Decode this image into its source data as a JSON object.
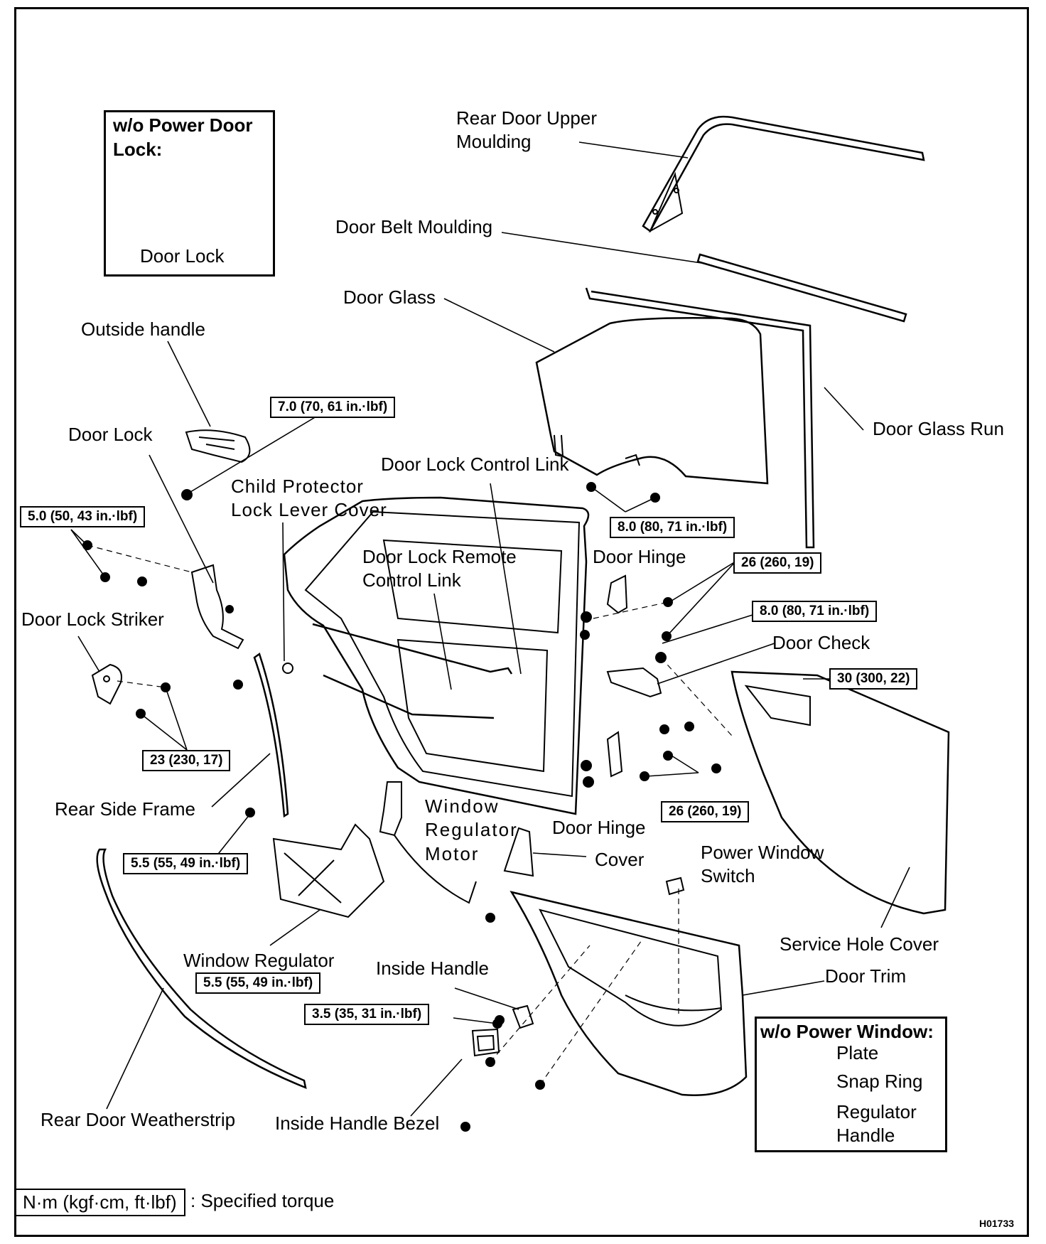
{
  "figure_code": "H01733",
  "legend": {
    "unit_box": "N·m (kgf·cm, ft·lbf)",
    "text": ": Specified torque"
  },
  "insets": {
    "power_door_lock": {
      "title": "w/o Power Door Lock:",
      "part": "Door Lock"
    },
    "power_window": {
      "title": "w/o Power Window:",
      "parts": [
        "Plate",
        "Snap Ring",
        "Regulator Handle"
      ]
    }
  },
  "labels": {
    "rear_door_upper_moulding": "Rear Door Upper Moulding",
    "door_belt_moulding": "Door Belt Moulding",
    "door_glass": "Door Glass",
    "outside_handle": "Outside handle",
    "door_glass_run": "Door Glass Run",
    "door_lock": "Door Lock",
    "door_lock_control_link": "Door Lock Control Link",
    "child_protector_lock_lever_cover": "Child  Protector Lock Lever Cover",
    "door_lock_remote_control_link": "Door Lock Remote Control Link",
    "door_hinge_upper": "Door Hinge",
    "door_check": "Door Check",
    "door_lock_striker": "Door Lock Striker",
    "rear_side_frame": "Rear Side Frame",
    "window_regulator_motor": "Window Regulator Motor",
    "door_hinge_lower": "Door Hinge",
    "cover": "Cover",
    "power_window_switch": "Power Window Switch",
    "service_hole_cover": "Service Hole Cover",
    "window_regulator": "Window Regulator",
    "inside_handle": "Inside Handle",
    "door_trim": "Door Trim",
    "rear_door_weatherstrip": "Rear Door Weatherstrip",
    "inside_handle_bezel": "Inside Handle Bezel"
  },
  "torques": {
    "outside_handle": "7.0 (70, 61 in.·lbf)",
    "door_lock": "5.0 (50, 43 in.·lbf)",
    "door_glass": "8.0 (80, 71 in.·lbf)",
    "hinge_upper": "26 (260, 19)",
    "door_check": "8.0 (80, 71 in.·lbf)",
    "service_cover": "30 (300, 22)",
    "striker": "23 (230, 17)",
    "hinge_lower": "26 (260, 19)",
    "rear_side_frame": "5.5 (55, 49 in.·lbf)",
    "window_regulator": "5.5 (55, 49 in.·lbf)",
    "inside_handle": "3.5 (35, 31 in.·lbf)"
  }
}
